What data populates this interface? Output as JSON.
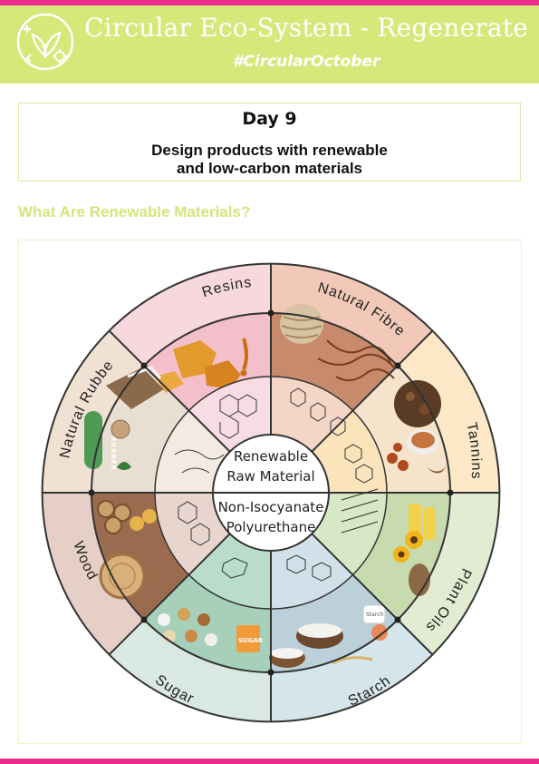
{
  "header": {
    "title": "Circular Eco-System - Regenerate",
    "hashtag": "#CircularOctober"
  },
  "day": {
    "label": "Day 9",
    "subtitle": "Design products with renewable\nand low-carbon materials"
  },
  "section_heading": "What Are Renewable Materials?",
  "wheel": {
    "outer_labels": {
      "resins": "Resins",
      "natural_fibre": "Natural Fibre",
      "tannins": "Tannins",
      "plant_oils": "Plant Oils",
      "starch": "Starch",
      "sugar": "Sugar",
      "wood": "Wood",
      "natural_rubber": "Natural Rubber"
    },
    "center": {
      "top_line1": "Renewable",
      "top_line2": "Raw Material",
      "bottom_line1": "Non-Isocyanate",
      "bottom_line2": "Polyurethane"
    },
    "rubber_ball_text": "RUBBER",
    "sugar_box_text": "SUGAR",
    "starch_jar_text": "Starch"
  },
  "colors": {
    "header_band": "#d6e87a",
    "accent_stripe": "#ee2a8a",
    "section_heading": "#d3e67a"
  }
}
